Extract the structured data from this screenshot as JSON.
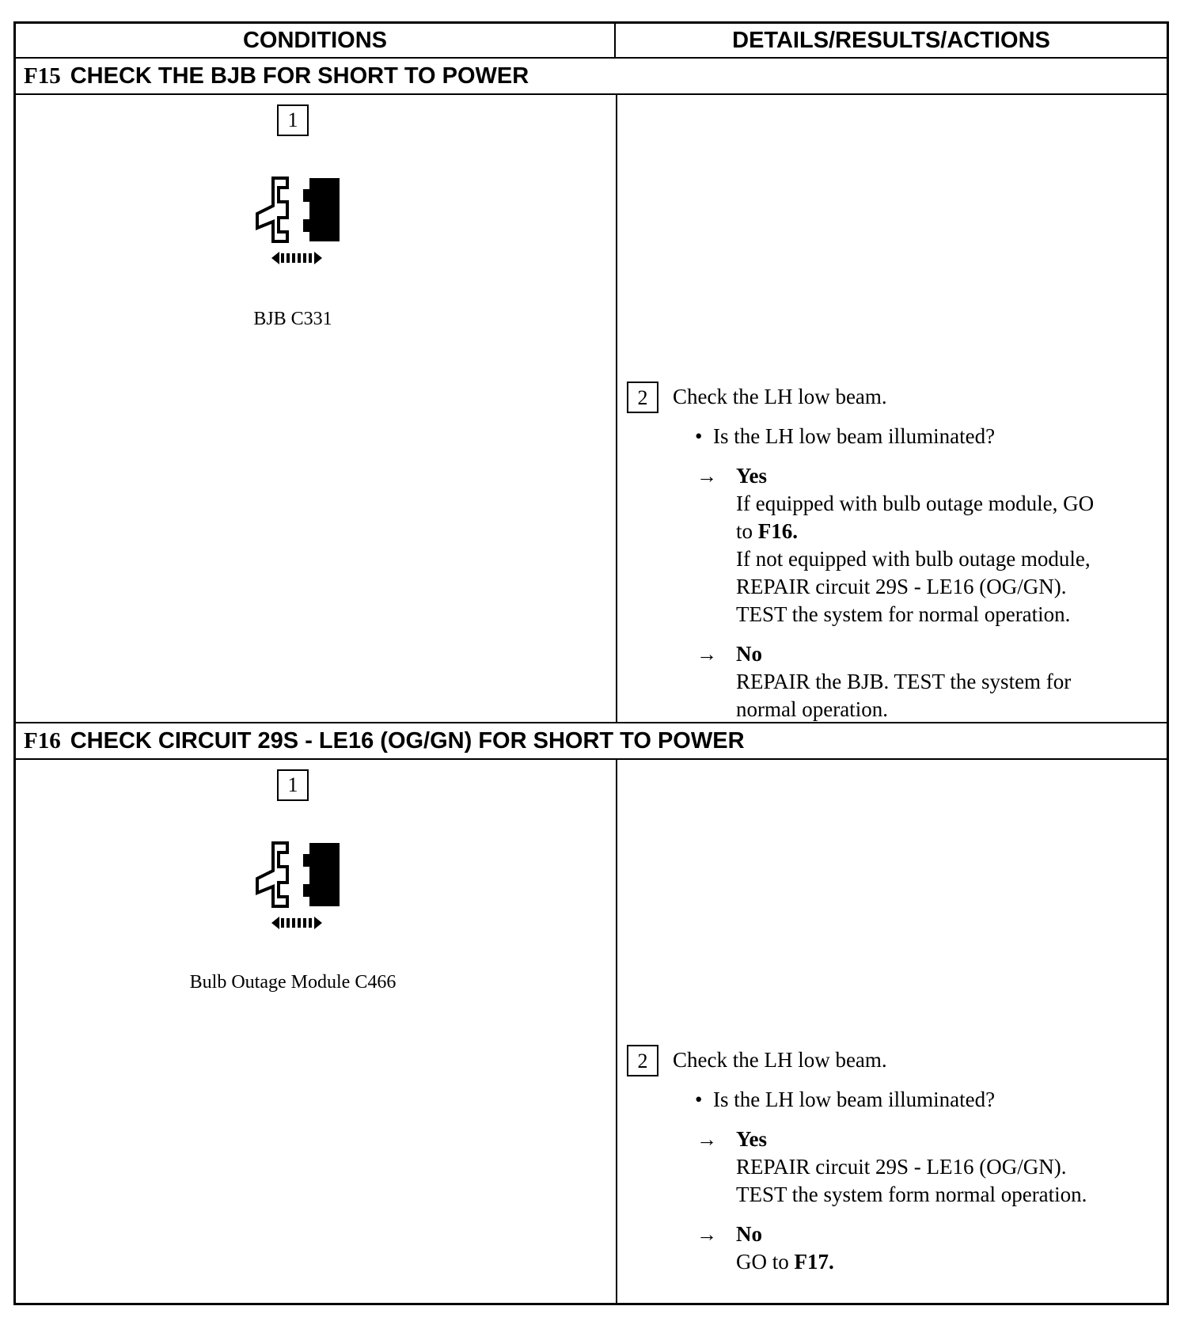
{
  "header": {
    "conditions": "CONDITIONS",
    "details": "DETAILS/RESULTS/ACTIONS"
  },
  "sections": [
    {
      "code": "F15",
      "title": "CHECK THE BJB FOR SHORT TO POWER",
      "step1": "1",
      "connector_icon": "connector-disconnect-icon",
      "caption": "BJB C331",
      "step2": "2",
      "check": "Check the LH low beam.",
      "question": "Is the LH low beam illuminated?",
      "yes_label": "Yes",
      "yes_line1": "If equipped with bulb outage module, GO",
      "yes_line2_pre": "to ",
      "yes_line2_ref": "F16.",
      "yes_line3": "If not equipped with bulb outage module,",
      "yes_line4": "REPAIR circuit 29S - LE16 (OG/GN).",
      "yes_line5": "TEST the system for normal operation.",
      "no_label": "No",
      "no_line1": "REPAIR the BJB. TEST the system for",
      "no_line2": "normal operation."
    },
    {
      "code": "F16",
      "title": "CHECK CIRCUIT 29S - LE16 (OG/GN) FOR SHORT TO POWER",
      "step1": "1",
      "connector_icon": "connector-disconnect-icon",
      "caption": "Bulb Outage Module C466",
      "step2": "2",
      "check": "Check the LH low beam.",
      "question": "Is the LH low beam illuminated?",
      "yes_label": "Yes",
      "yes_line1": "REPAIR circuit 29S - LE16 (OG/GN).",
      "yes_line2": "TEST the system form normal operation.",
      "no_label": "No",
      "no_line1_pre": "GO to ",
      "no_line1_ref": "F17."
    }
  ]
}
